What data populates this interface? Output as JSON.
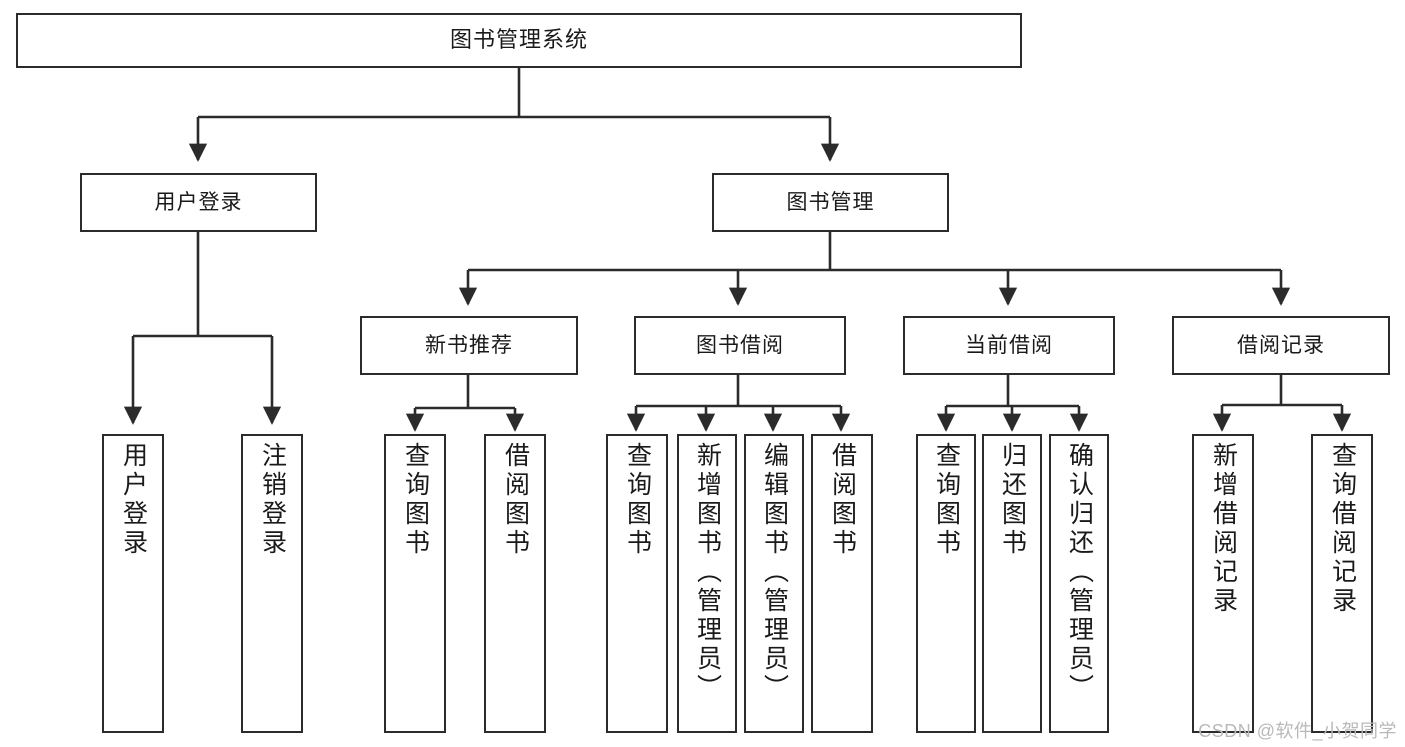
{
  "diagram": {
    "title": "图书管理系统",
    "type": "tree-hierarchy-diagram",
    "colors": {
      "box_border": "#2b2b2b",
      "box_fill": "#ffffff",
      "connector": "#2b2b2b",
      "text": "#1a1a1a",
      "watermark": "#b9b9b9",
      "background": "#ffffff"
    },
    "nodes": {
      "root": {
        "label": "图书管理系统"
      },
      "level2": [
        {
          "id": "user-login",
          "label": "用户登录"
        },
        {
          "id": "book-management",
          "label": "图书管理"
        }
      ],
      "level3": [
        {
          "id": "new-book-recommend",
          "label": "新书推荐"
        },
        {
          "id": "book-borrow",
          "label": "图书借阅"
        },
        {
          "id": "current-borrow",
          "label": "当前借阅"
        },
        {
          "id": "borrow-record",
          "label": "借阅记录"
        }
      ],
      "leaves": {
        "user_login": [
          {
            "id": "leaf-user-login",
            "label": "用户登录"
          },
          {
            "id": "leaf-logout-login",
            "label": "注销登录"
          }
        ],
        "new_book_recommend": [
          {
            "id": "leaf-query-book-1",
            "label": "查询图书"
          },
          {
            "id": "leaf-borrow-book-1",
            "label": "借阅图书"
          }
        ],
        "book_borrow": [
          {
            "id": "leaf-query-book-2",
            "label": "查询图书"
          },
          {
            "id": "leaf-add-book",
            "label": "新增图书（管理员）"
          },
          {
            "id": "leaf-edit-book",
            "label": "编辑图书（管理员）"
          },
          {
            "id": "leaf-borrow-book-2",
            "label": "借阅图书"
          }
        ],
        "current_borrow": [
          {
            "id": "leaf-query-book-3",
            "label": "查询图书"
          },
          {
            "id": "leaf-return-book",
            "label": "归还图书"
          },
          {
            "id": "leaf-confirm-return",
            "label": "确认归还（管理员）"
          }
        ],
        "borrow_record": [
          {
            "id": "leaf-add-borrow-record",
            "label": "新增借阅记录"
          },
          {
            "id": "leaf-query-borrow-record",
            "label": "查询借阅记录"
          }
        ]
      }
    },
    "watermark": "CSDN @软件_小贺同学"
  }
}
